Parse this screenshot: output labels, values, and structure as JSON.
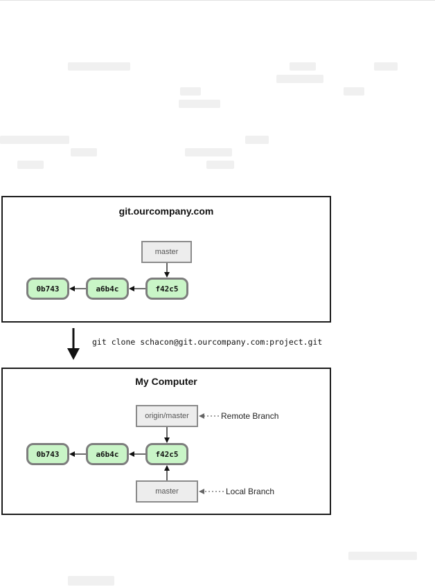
{
  "server": {
    "title": "git.ourcompany.com",
    "branch_label": "master",
    "commits": [
      "0b743",
      "a6b4c",
      "f42c5"
    ]
  },
  "clone_command": "git clone schacon@git.ourcompany.com:project.git",
  "local": {
    "title": "My Computer",
    "remote_branch_label": "origin/master",
    "local_branch_label": "master",
    "commits": [
      "0b743",
      "a6b4c",
      "f42c5"
    ],
    "remote_annotation": "Remote Branch",
    "local_annotation": "Local Branch"
  },
  "colors": {
    "commit_fill": "#c9f5c7",
    "commit_border": "#7d7d7d",
    "branch_fill": "#ededed",
    "branch_border": "#8a8a8a",
    "panel_border": "#1a1a1a"
  }
}
